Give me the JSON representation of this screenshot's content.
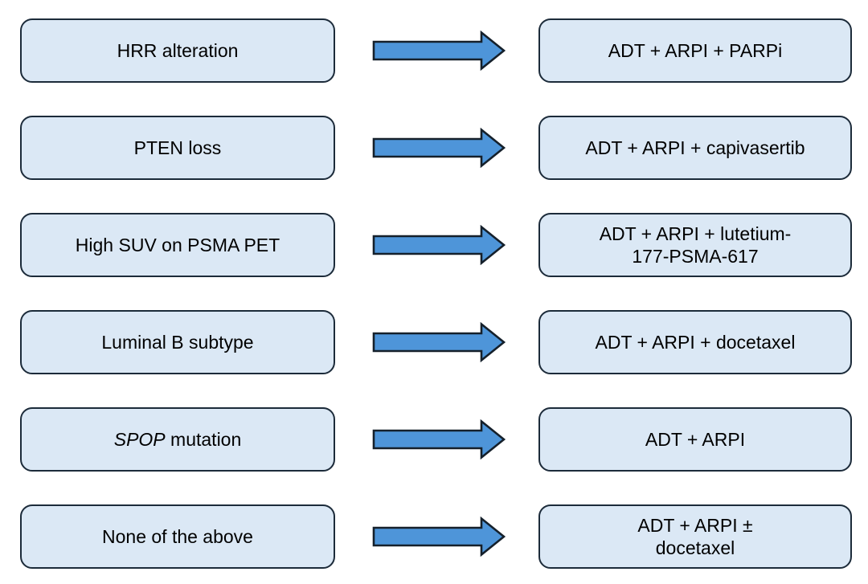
{
  "colors": {
    "background": "#ffffff",
    "box_fill": "#dbe8f5",
    "box_border": "#1c2b3a",
    "arrow_fill": "#4e95d9",
    "arrow_border": "#15202b",
    "text": "#000000"
  },
  "rows": [
    {
      "left_text": "HRR alteration",
      "right_lines": [
        "ADT + ARPI + PARPi"
      ]
    },
    {
      "left_text": "PTEN loss",
      "right_lines": [
        "ADT + ARPI + capivasertib"
      ]
    },
    {
      "left_text": "High SUV on PSMA PET",
      "right_lines": [
        "ADT + ARPI + lutetium-",
        "177-PSMA-617"
      ]
    },
    {
      "left_text": "Luminal B subtype",
      "right_lines": [
        "ADT + ARPI + docetaxel"
      ]
    },
    {
      "left_italic": "SPOP",
      "left_text": " mutation",
      "right_lines": [
        "ADT + ARPI"
      ]
    },
    {
      "left_text": "None of the above",
      "right_lines": [
        "ADT + ARPI ±",
        "docetaxel"
      ]
    }
  ]
}
